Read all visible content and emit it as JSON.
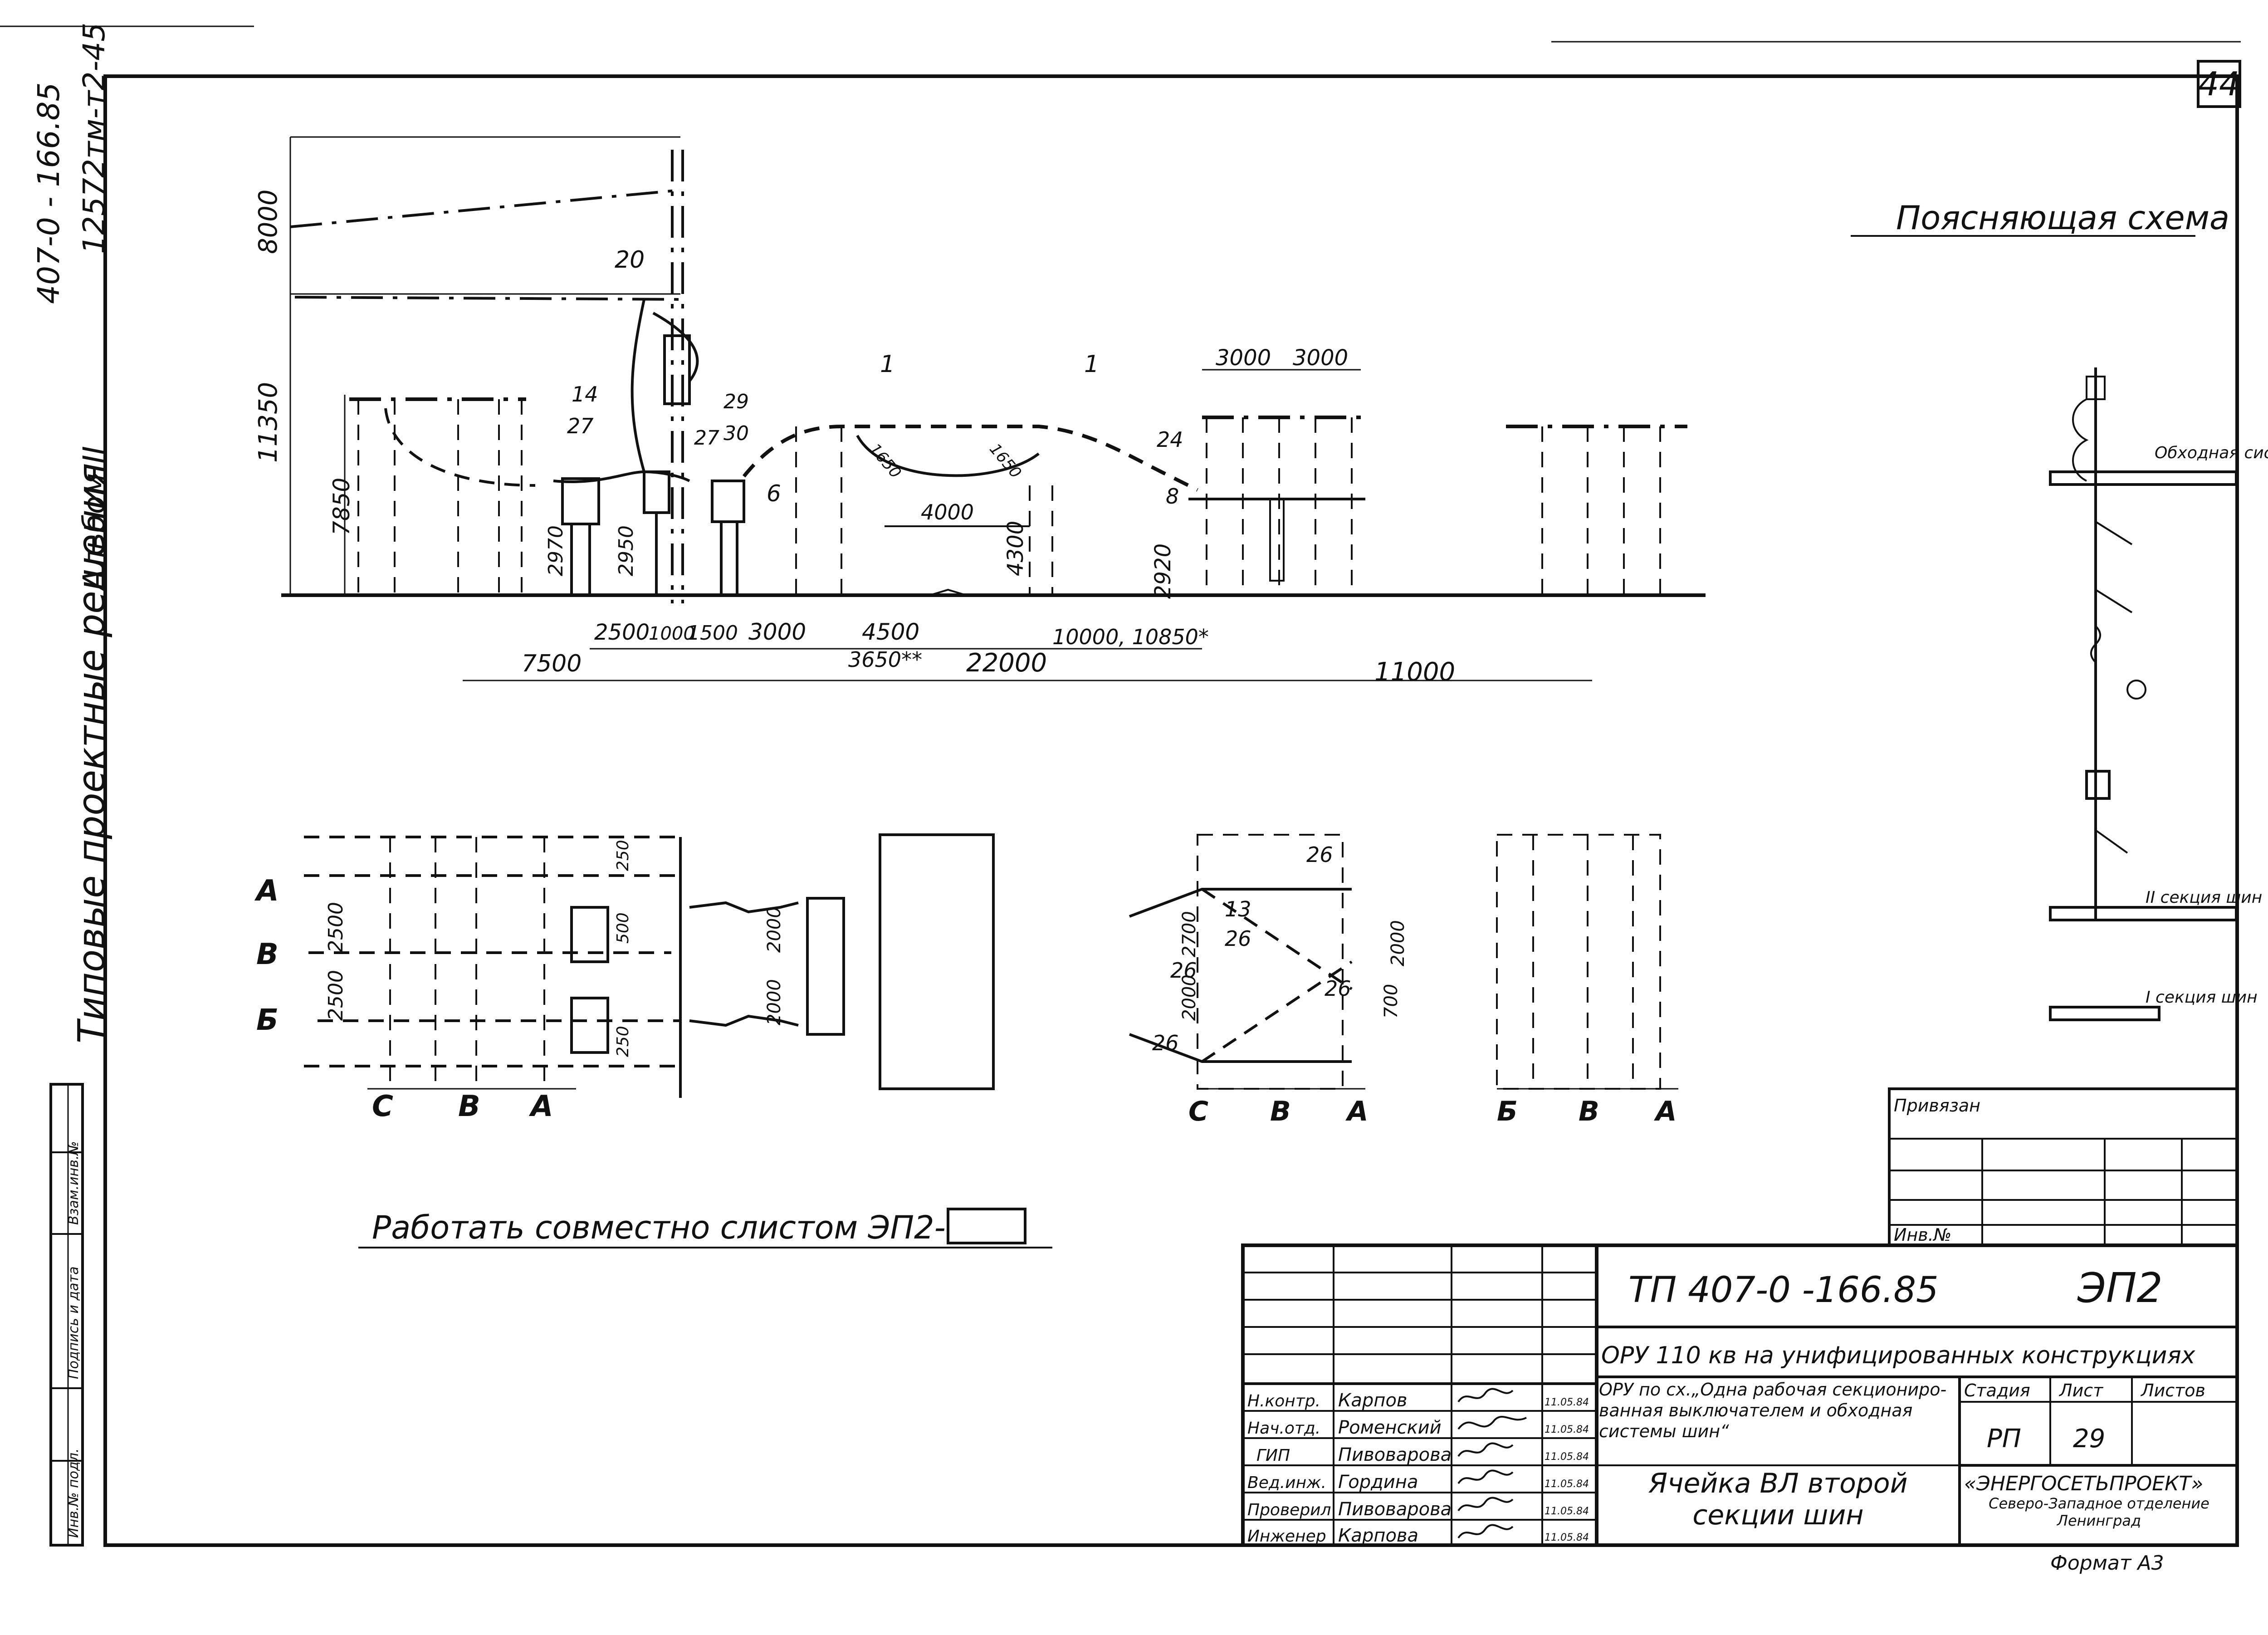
{
  "sheet_number": "44",
  "margin": {
    "series": "407-0 - 166.85",
    "album": "Альбом II",
    "inventory_code": "12572тм-т2-45",
    "collection": "Типовые проектные решения"
  },
  "side_stamp": [
    "Инв.№ подл.",
    "Подпись и дата",
    "Взам.инв.№"
  ],
  "explanatory_scheme": {
    "title": "Поясняющая схема",
    "labels": {
      "bypass": "Обходная система шин",
      "section2": "II секция шин",
      "section1": "I секция шин"
    }
  },
  "section_view": {
    "dims_vertical": [
      "8000",
      "11350",
      "7850",
      "2970",
      "2950",
      "4300",
      "2920"
    ],
    "dims_horizontal_1": [
      "2500",
      "1000",
      "1500",
      "3000",
      "4500",
      "10000, 10850*"
    ],
    "dims_horizontal_2": [
      "7500",
      "3650**",
      "22000",
      "11000"
    ],
    "dims_top": [
      "3000",
      "3000"
    ],
    "dims_misc": [
      "4000",
      "1650",
      "1650"
    ],
    "callouts": [
      "20",
      "14",
      "27",
      "29",
      "27",
      "30",
      "6",
      "1",
      "1",
      "24",
      "8"
    ]
  },
  "plan_view": {
    "axes_left": [
      "А",
      "В",
      "Б"
    ],
    "axes_bottom_1": [
      "С",
      "В",
      "А"
    ],
    "axes_bottom_2": [
      "С",
      "В",
      "А"
    ],
    "axes_bottom_3": [
      "Б",
      "В",
      "А"
    ],
    "dims": [
      "2500",
      "2500",
      "250",
      "500",
      "250",
      "2000",
      "2000",
      "2700",
      "2000",
      "2000",
      "700"
    ],
    "callouts": [
      "26",
      "13",
      "26",
      "26",
      "26",
      "26"
    ]
  },
  "note": "Работать совместно слистом ЭП2-",
  "binding_block": {
    "privyazan": "Привязан",
    "inv_no": "Инв.№"
  },
  "title_block": {
    "project_code": "ТП 407-0 -166.85",
    "sheet_code": "ЭП2",
    "object_title": "ОРУ 110 кв на унифицированных конструкциях",
    "scheme_description": "ОРУ по сх.„Одна рабочая секциониро-ванная выключателем и обходная системы шин“",
    "drawing_title": "Ячейка ВЛ второй секции шин",
    "stage_header": "Стадия",
    "sheet_header": "Лист",
    "sheets_header": "Листов",
    "stage": "РП",
    "sheet": "29",
    "organization": "«ЭНЕРГОСЕТЬПРОЕКТ»",
    "branch": "Северо-Западное отделение Ленинград",
    "format": "Формат А3",
    "signatures": [
      {
        "role": "Н.контр.",
        "name": "Карпов",
        "date": "11.05.84"
      },
      {
        "role": "Нач.отд.",
        "name": "Роменский",
        "date": "11.05.84"
      },
      {
        "role": "ГИП",
        "name": "Пивоварова",
        "date": "11.05.84"
      },
      {
        "role": "Вед.инж.",
        "name": "Гордина",
        "date": "11.05.84"
      },
      {
        "role": "Проверил",
        "name": "Пивоварова",
        "date": "11.05.84"
      },
      {
        "role": "Инженер",
        "name": "Карпова",
        "date": "11.05.84"
      }
    ]
  }
}
